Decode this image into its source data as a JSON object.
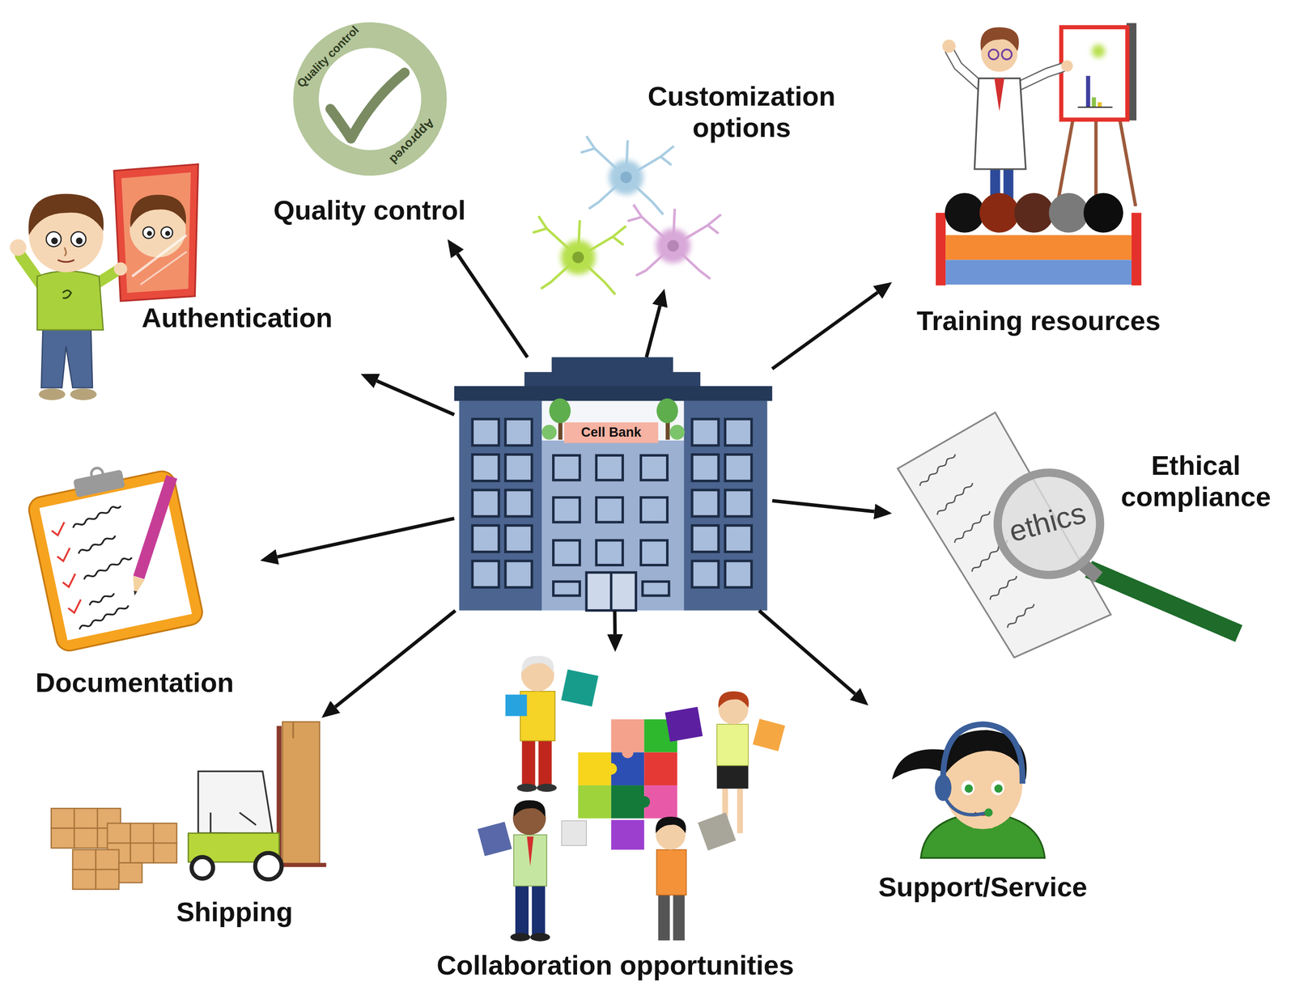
{
  "diagram": {
    "nodes": [
      {
        "text": [
          "Customization options"
        ]
      },
      {
        "text": [
          "Quality control"
        ]
      },
      {
        "text": [
          "Authentication"
        ]
      },
      {
        "text": [
          "Training resources"
        ]
      },
      {
        "text": [
          "Cell Bank"
        ]
      },
      {
        "text": [
          "Ethical compliance"
        ]
      },
      {
        "text": [
          "Documentation"
        ]
      },
      {
        "text": [
          "Shipping"
        ]
      },
      {
        "text": [
          "Support/Service"
        ]
      },
      {
        "text": [
          "Collaboration opportunities"
        ]
      }
    ],
    "edges": [
      {
        "from": 4,
        "to": 0,
        "arrow": "to"
      },
      {
        "from": 4,
        "to": 1,
        "arrow": "to"
      },
      {
        "from": 4,
        "to": 2,
        "arrow": "to"
      },
      {
        "from": 4,
        "to": 3,
        "arrow": "to"
      },
      {
        "from": 4,
        "to": 5,
        "arrow": "to"
      },
      {
        "from": 4,
        "to": 6,
        "arrow": "to"
      },
      {
        "from": 4,
        "to": 7,
        "arrow": "to"
      },
      {
        "from": 4,
        "to": 8,
        "arrow": "to"
      },
      {
        "from": 4,
        "to": 9,
        "arrow": "to"
      }
    ],
    "labels": [
      "Quality control",
      "Approved",
      "ethics"
    ]
  }
}
